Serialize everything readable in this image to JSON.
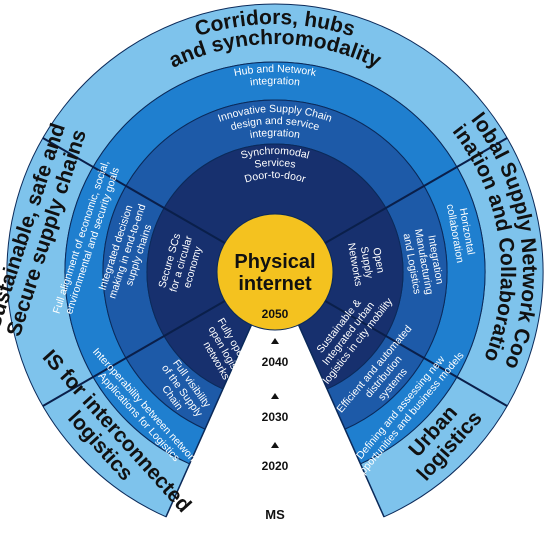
{
  "center": {
    "line1": "Physical",
    "line2": "internet"
  },
  "years": [
    "2050",
    "2040",
    "2030",
    "2020"
  ],
  "ms_label": "MS",
  "sectors": [
    {
      "outer": [
        "Corridors, hubs",
        "and synchromodality"
      ],
      "ring3": [
        "Hub and Network",
        "integration"
      ],
      "ring2": [
        "Innovative Supply Chain",
        "design and service",
        "integration"
      ],
      "ring1": [
        "Synchromodal",
        "Services",
        "Door-to-door"
      ]
    },
    {
      "outer": [
        "Global Supply Network Coor-",
        "dination and Collaboration"
      ],
      "ring3": [
        "Horizontal",
        "collaboration"
      ],
      "ring2": [
        "Integration",
        "Manufacturing",
        "and Logistics"
      ],
      "ring1": [
        "Open",
        "Supply",
        "Networks"
      ]
    },
    {
      "outer": [
        "Urban",
        "logistics"
      ],
      "ring3": [
        "Defining and assessing new",
        "opportunities and business models"
      ],
      "ring2": [
        "Efficient and automated",
        "distribution",
        "systems"
      ],
      "ring1": [
        "Sustainable &",
        "Integrated urban",
        "logistics in city mobility"
      ]
    },
    {
      "outer": [
        "IS for interconnected",
        "logistics"
      ],
      "ring3": [
        "Interoperability between networks.",
        "Applications for Logistics"
      ],
      "ring2": [
        "Full visibility",
        "of the Supply",
        "Chain"
      ],
      "ring1": [
        "Fully operating",
        "open logistics",
        "networks"
      ]
    },
    {
      "outer": [
        "Sustainable, safe and",
        "Secure supply chains"
      ],
      "ring3": [
        "Full alignment of economic, social,",
        "environmental and security goals"
      ],
      "ring2": [
        "Integrated decision",
        "making in end-to-end",
        "supply chains"
      ],
      "ring1": [
        "Secure SCs",
        "for a circular",
        "economy"
      ]
    }
  ],
  "colors": {
    "outer_ring": "#7ec3ec",
    "ring3": "#1f7fcf",
    "ring2": "#1d5aa8",
    "ring1": "#17306e",
    "center": "#f4c21f",
    "divider": "#0a1f4a"
  }
}
